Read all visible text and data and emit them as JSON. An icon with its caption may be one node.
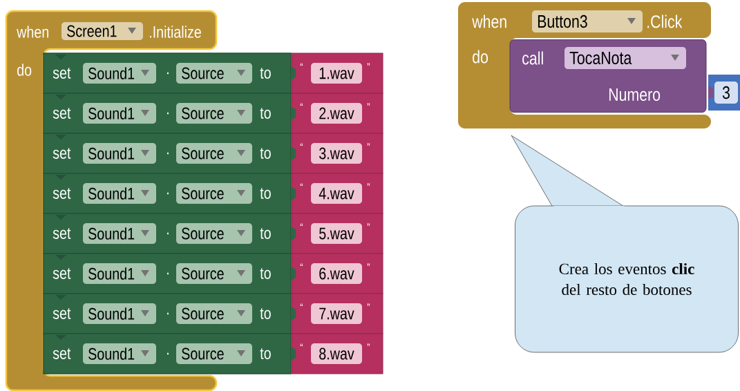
{
  "diagram": {
    "nodes": [
      {
        "text": [
          "when",
          "Screen1",
          ".Initialize",
          "do"
        ]
      },
      {
        "text": [
          "set",
          "Sound1",
          ".",
          "Source",
          "to"
        ]
      },
      {
        "text": [
          "“",
          "1.wav",
          "”"
        ]
      },
      {
        "text": [
          "set",
          "Sound1",
          ".",
          "Source",
          "to"
        ]
      },
      {
        "text": [
          "“",
          "2.wav",
          "”"
        ]
      },
      {
        "text": [
          "set",
          "Sound1",
          ".",
          "Source",
          "to"
        ]
      },
      {
        "text": [
          "“",
          "3.wav",
          "”"
        ]
      },
      {
        "text": [
          "set",
          "Sound1",
          ".",
          "Source",
          "to"
        ]
      },
      {
        "text": [
          "“",
          "4.wav",
          "”"
        ]
      },
      {
        "text": [
          "set",
          "Sound1",
          ".",
          "Source",
          "to"
        ]
      },
      {
        "text": [
          "“",
          "5.wav",
          "”"
        ]
      },
      {
        "text": [
          "set",
          "Sound1",
          ".",
          "Source",
          "to"
        ]
      },
      {
        "text": [
          "“",
          "6.wav",
          "”"
        ]
      },
      {
        "text": [
          "set",
          "Sound1",
          ".",
          "Source",
          "to"
        ]
      },
      {
        "text": [
          "“",
          "7.wav",
          "”"
        ]
      },
      {
        "text": [
          "set",
          "Sound1",
          ".",
          "Source",
          "to"
        ]
      },
      {
        "text": [
          "“",
          "8.wav",
          "”"
        ]
      },
      {
        "text": [
          "when",
          "Button3",
          ".Click",
          "do"
        ]
      },
      {
        "text": [
          "call",
          "TocaNota",
          "Numero"
        ],
        "in": 17
      },
      {
        "text": [
          "3"
        ]
      },
      {
        "text": [
          "Crea los eventos **clic** del resto de botones"
        ]
      }
    ]
  }
}
